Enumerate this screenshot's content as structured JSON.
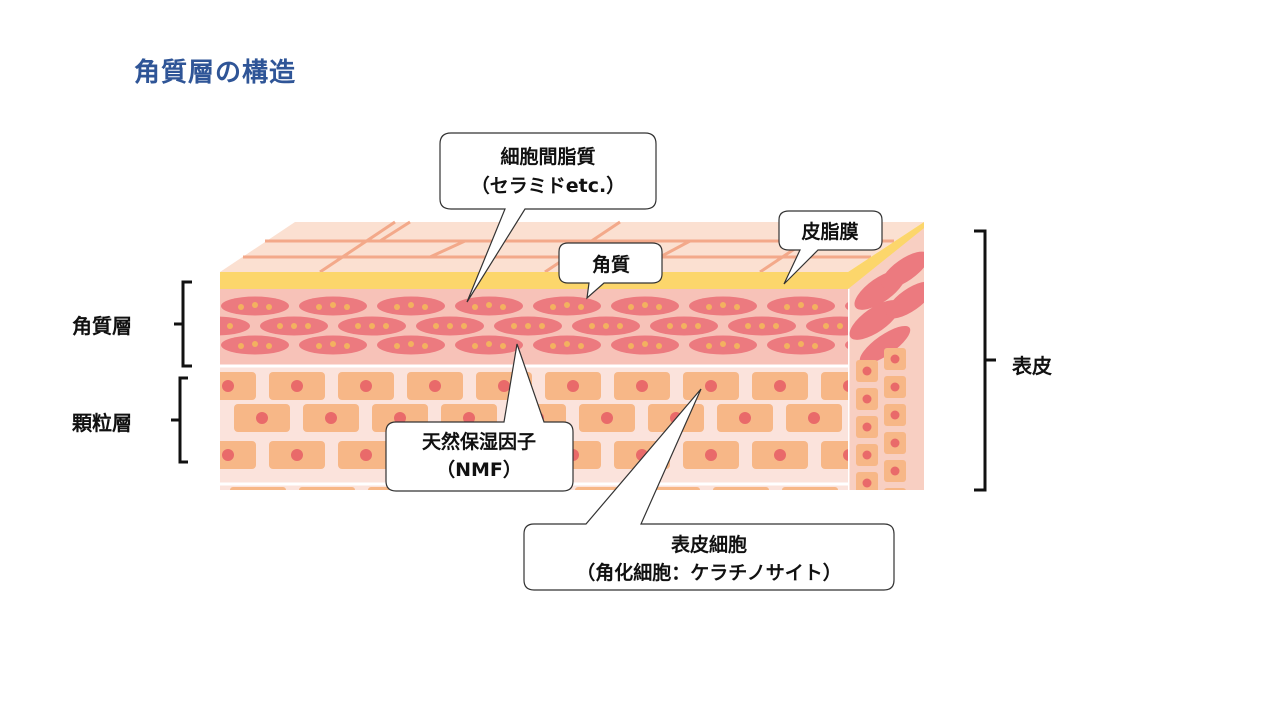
{
  "title": "角質層の構造",
  "left_labels": {
    "stratum_corneum": "角質層",
    "stratum_granulosum": "顆粒層"
  },
  "right_label": "表皮",
  "callouts": {
    "intercellular_lipid_line1": "細胞間脂質",
    "intercellular_lipid_line2": "（セラミドetc.）",
    "corneocyte": "角質",
    "sebum_film": "皮脂膜",
    "nmf_line1": "天然保湿因子",
    "nmf_line2": "（NMF）",
    "keratinocyte_line1": "表皮細胞",
    "keratinocyte_line2": "（角化細胞：ケラチノサイト）"
  },
  "colors": {
    "title": "#2f5597",
    "sebum": "#fcd66b",
    "corneocyte": "#ec7a7f",
    "nucleus": "#f3b15f",
    "granular_cell": "#f7b787",
    "granular_nucleus": "#e96a6a",
    "lipid_band": "#f7c2b8"
  }
}
